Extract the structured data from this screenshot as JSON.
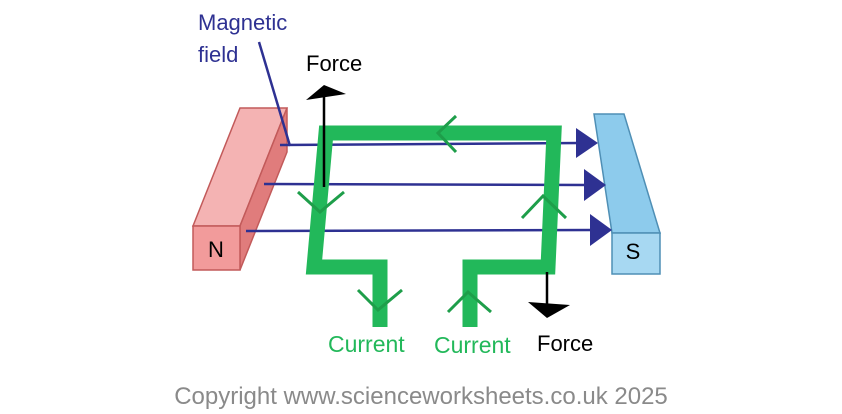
{
  "labels": {
    "magnetic_field_line1": "Magnetic",
    "magnetic_field_line2": "field",
    "force_top": "Force",
    "force_bottom": "Force",
    "current_left": "Current",
    "current_right": "Current",
    "north_pole": "N",
    "south_pole": "S"
  },
  "copyright": "Copyright www.scienceworksheets.co.uk 2025",
  "colors": {
    "field": "#2e3192",
    "wire": "#22b85a",
    "wire_arrow": "#1e9e4a",
    "north_magnet": "#f29b9b",
    "north_magnet_dark": "#e07c7c",
    "south_magnet": "#a7d8f2",
    "south_magnet_dark": "#7fc2e6",
    "force": "#000000",
    "copyright": "#8a8a8a"
  }
}
